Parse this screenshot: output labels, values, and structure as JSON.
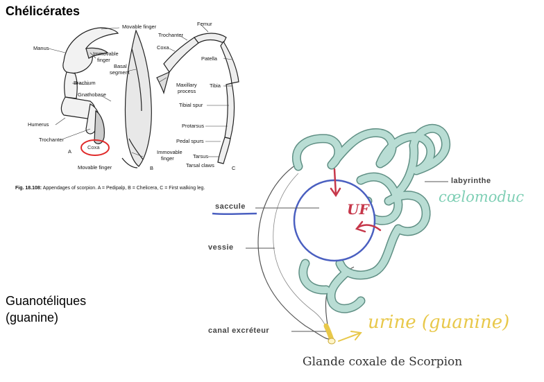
{
  "slide": {
    "title": "Chélicérates",
    "side_text": [
      "Guanotéliques",
      "(guanine)"
    ]
  },
  "scorpion_figure": {
    "labels": {
      "movable_finger_top": "Movable finger",
      "manus": "Manus",
      "immovable_finger_1": "Immovable",
      "immovable_finger_2": "finger",
      "basal_segment_1": "Basal",
      "basal_segment_2": "segment",
      "brachium": "Brachium",
      "gnathobase": "Gnathobase",
      "humerus": "Humerus",
      "trochanter_a": "Trochanter",
      "coxa_a": "Coxa",
      "letter_a": "A",
      "movable_finger_bottom": "Movable finger",
      "immovable_finger_b_1": "Immovable",
      "immovable_finger_b_2": "finger",
      "letter_b": "B",
      "femur": "Femur",
      "trochanter_c": "Trochanter",
      "coxa_c": "Coxa",
      "patella": "Patella",
      "maxillary_process_1": "Maxillary",
      "maxillary_process_2": "process",
      "tibia": "Tibia",
      "tibial_spur": "Tibial spur",
      "protarsus": "Protarsus",
      "pedal_spurs": "Pedal spurs",
      "tarsus": "Tarsus",
      "tarsal_claws": "Tarsal claws",
      "letter_c": "C"
    },
    "caption_num": "Fig. 18.108:",
    "caption_text": "Appendages of scorpion. A = Pedipalp, B = Chelicera, C = First walking leg."
  },
  "gland": {
    "labels": {
      "labyrinthe": "labyrinthe",
      "saccule": "saccule",
      "vessie": "vessie",
      "canal": "canal  excréteur"
    },
    "handwritten": {
      "coelomoducte": "cœlomoduc",
      "uf": "UF",
      "urine": "urine (guanine)"
    },
    "caption": "Glande coxale de Scorpion",
    "colors": {
      "tubule": "#b9ddd4",
      "tubule_outline": "#5f8f84",
      "saccule": "#4a5fc0",
      "arrows": "#c6374a",
      "urine": "#e8c84a",
      "coelomoducte": "#7fcfb5"
    }
  }
}
